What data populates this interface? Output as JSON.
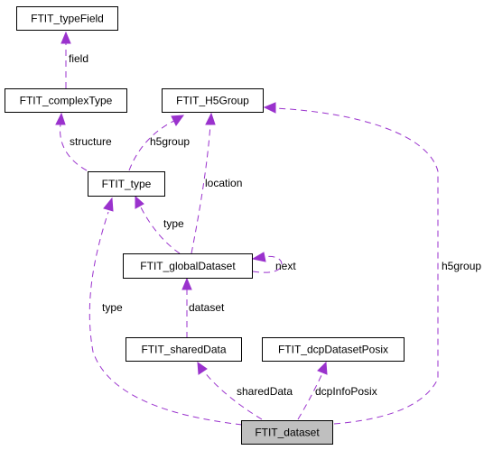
{
  "colors": {
    "edge": "#9a32cd",
    "node_border": "#000000",
    "node_fill": "#ffffff",
    "focus_fill": "#bfbfbf"
  },
  "nodes": {
    "ftit_typefield": "FTIT_typeField",
    "ftit_complextype": "FTIT_complexType",
    "ftit_h5group": "FTIT_H5Group",
    "ftit_type": "FTIT_type",
    "ftit_globaldataset": "FTIT_globalDataset",
    "ftit_shareddata": "FTIT_sharedData",
    "ftit_dcpdatasetposix": "FTIT_dcpDatasetPosix",
    "ftit_dataset": "FTIT_dataset"
  },
  "edges": {
    "field": "field",
    "structure": "structure",
    "h5group_type": "h5group",
    "location": "location",
    "type_global": "type",
    "next": "next",
    "dataset": "dataset",
    "type_dataset": "type",
    "h5group_dataset": "h5group",
    "shareddata": "sharedData",
    "dcpinfoposix": "dcpInfoPosix"
  }
}
